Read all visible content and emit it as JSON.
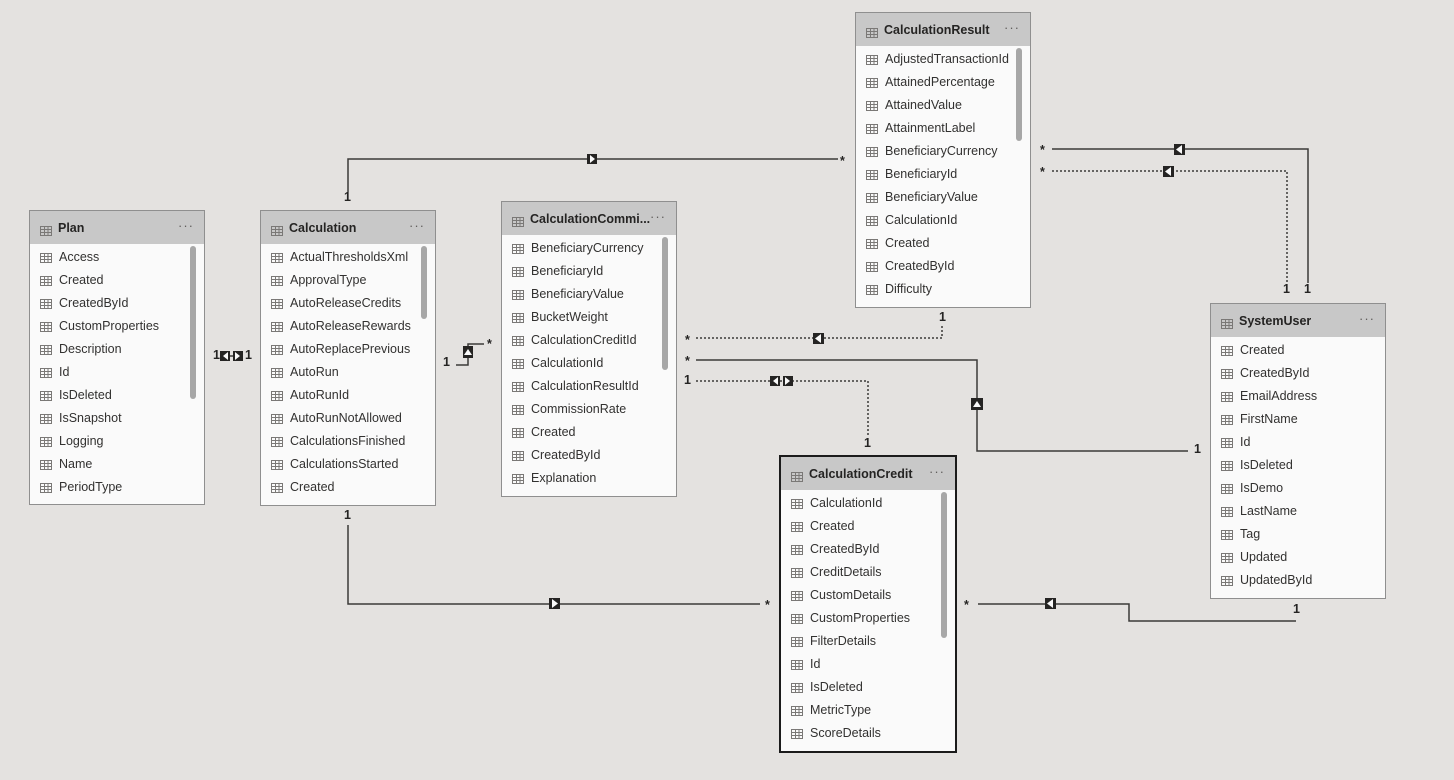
{
  "icons": {
    "table": "table-grid-icon",
    "field": "field-grid-icon",
    "more": "more-options-icon"
  },
  "tables": {
    "plan": {
      "name": "Plan",
      "more": "···",
      "fields": [
        "Access",
        "Created",
        "CreatedById",
        "CustomProperties",
        "Description",
        "Id",
        "IsDeleted",
        "IsSnapshot",
        "Logging",
        "Name",
        "PeriodType"
      ]
    },
    "calculation": {
      "name": "Calculation",
      "more": "···",
      "fields": [
        "ActualThresholdsXml",
        "ApprovalType",
        "AutoReleaseCredits",
        "AutoReleaseRewards",
        "AutoReplacePrevious",
        "AutoRun",
        "AutoRunId",
        "AutoRunNotAllowed",
        "CalculationsFinished",
        "CalculationsStarted",
        "Created"
      ]
    },
    "calculation_commission": {
      "name": "CalculationCommi...",
      "more": "···",
      "fields": [
        "BeneficiaryCurrency",
        "BeneficiaryId",
        "BeneficiaryValue",
        "BucketWeight",
        "CalculationCreditId",
        "CalculationId",
        "CalculationResultId",
        "CommissionRate",
        "Created",
        "CreatedById",
        "Explanation"
      ]
    },
    "calculation_result": {
      "name": "CalculationResult",
      "more": "···",
      "fields": [
        "AdjustedTransactionId",
        "AttainedPercentage",
        "AttainedValue",
        "AttainmentLabel",
        "BeneficiaryCurrency",
        "BeneficiaryId",
        "BeneficiaryValue",
        "CalculationId",
        "Created",
        "CreatedById",
        "Difficulty"
      ]
    },
    "system_user": {
      "name": "SystemUser",
      "more": "···",
      "fields": [
        "Created",
        "CreatedById",
        "EmailAddress",
        "FirstName",
        "Id",
        "IsDeleted",
        "IsDemo",
        "LastName",
        "Tag",
        "Updated",
        "UpdatedById"
      ]
    },
    "calculation_credit": {
      "name": "CalculationCredit",
      "more": "···",
      "fields": [
        "CalculationId",
        "Created",
        "CreatedById",
        "CreditDetails",
        "CustomDetails",
        "CustomProperties",
        "FilterDetails",
        "Id",
        "IsDeleted",
        "MetricType",
        "ScoreDetails"
      ]
    }
  },
  "cardinality": {
    "plan_calc_left": "1",
    "plan_calc_right": "1",
    "calc_to_result_one": "1",
    "calc_to_result_many": "*",
    "calc_to_comm_one": "1",
    "calc_to_comm_many": "*",
    "calc_to_credit_one": "1",
    "calc_to_credit_many": "*",
    "comm_to_result_many": "*",
    "comm_to_result_one": "1",
    "comm_to_user_many": "*",
    "comm_to_user_one": "1",
    "comm_to_credit_one_left": "1",
    "comm_to_credit_one_right": "1",
    "result_to_user_many_1": "*",
    "result_to_user_one_1": "1",
    "result_to_user_many_2": "*",
    "result_to_user_one_2": "1",
    "credit_to_user_many": "*",
    "credit_to_user_one": "1"
  },
  "colors": {
    "canvas": "#e4e2e0",
    "header": "#c8c8c8",
    "line": "#3b3a39"
  }
}
